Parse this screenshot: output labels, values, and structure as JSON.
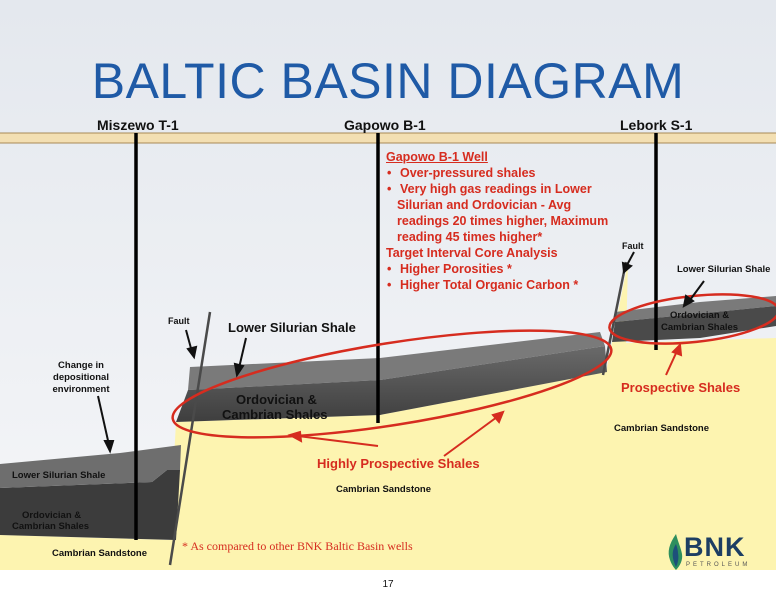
{
  "title": "BALTIC BASIN DIAGRAM",
  "wells": [
    "Miszewo T-1",
    "Gapowo B-1",
    "Lebork S-1"
  ],
  "info_box": {
    "heading": "Gapowo B-1 Well",
    "bullets1": [
      "Over-pressured shales",
      "Very high gas readings in Lower Silurian and Ordovician - Avg readings 20 times higher, Maximum reading 45 times higher*"
    ],
    "bullet2_line1": "Very high gas readings in Lower",
    "bullet2_line2": "Silurian and Ordovician - Avg",
    "bullet2_line3": "readings 20 times higher, Maximum",
    "bullet2_line4": "reading 45 times higher*",
    "subheading": "Target Interval Core Analysis",
    "bullets2": [
      "Higher Porosities *",
      "Higher Total Organic Carbon *"
    ]
  },
  "labels": {
    "fault": "Fault",
    "change_l1": "Change in",
    "change_l2": "depositional",
    "change_l3": "environment",
    "lower_silurian_shale": "Lower Silurian Shale",
    "ordo_cambrian_l1": "Ordovician &",
    "ordo_cambrian_l2": "Cambrian Shales",
    "cambrian_sandstone": "Cambrian Sandstone",
    "highly_prospective": "Highly Prospective Shales",
    "prospective": "Prospective Shales"
  },
  "footnote": "* As compared to other BNK Baltic Basin wells",
  "logo": {
    "name": "BNK",
    "sub": "PETROLEUM"
  },
  "page_number": "17",
  "colors": {
    "title": "#1f5aa6",
    "highlight": "#d62c1f",
    "sandstone": "#fdf4b0",
    "shale_dark": "#4a4a4a",
    "shale_mid": "#7a7a7a",
    "surface": "#f3dfb2"
  }
}
